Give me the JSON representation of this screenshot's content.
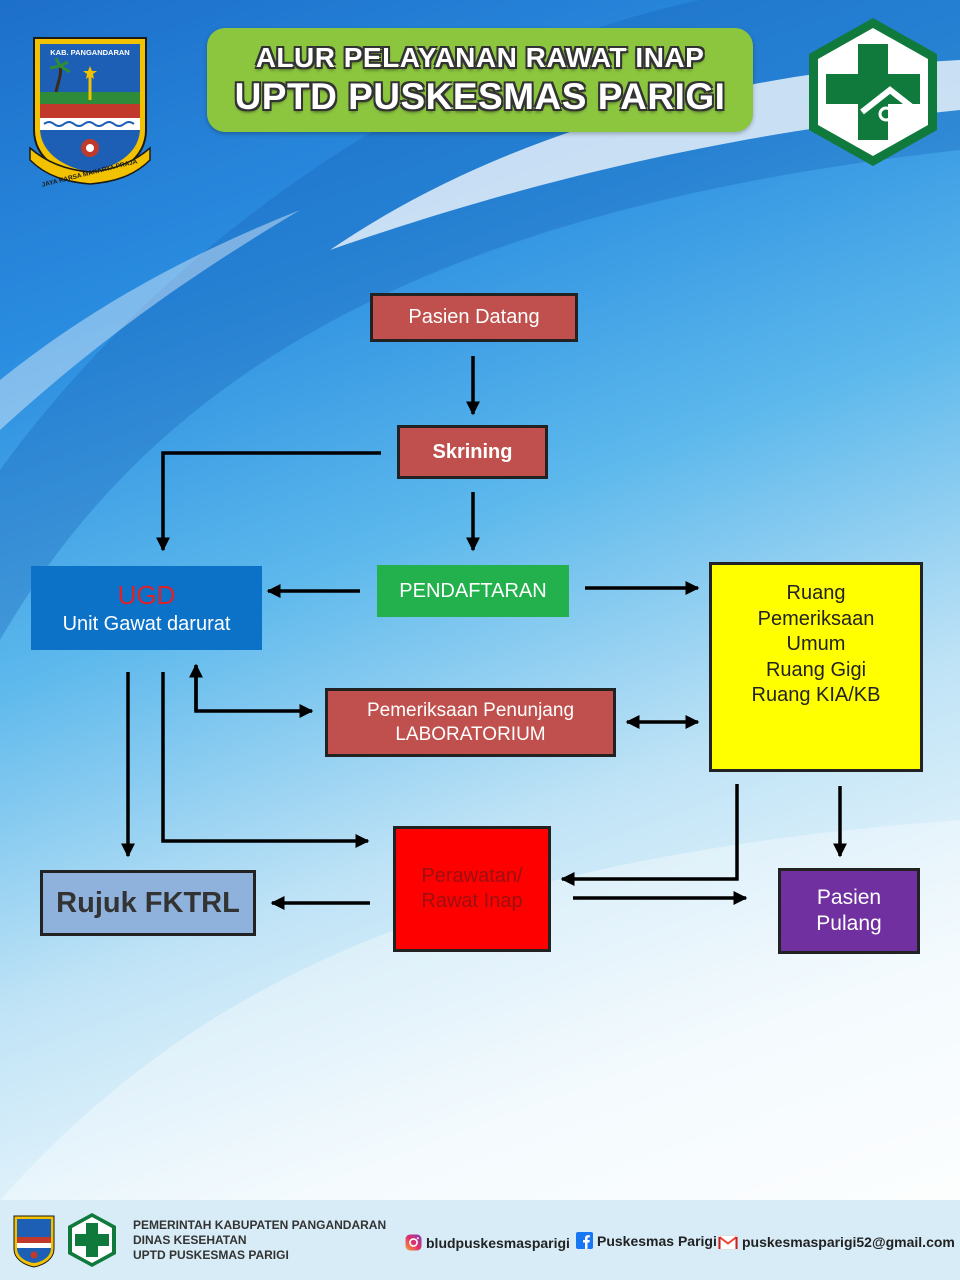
{
  "header": {
    "title_line1": "ALUR PELAYANAN RAWAT INAP",
    "title_line2": "UPTD PUSKESMAS PARIGI",
    "logo_left_top": "KAB. PANGANDARAN",
    "logo_left_motto": "JAYA KARSA MAKARYA PRAJA"
  },
  "nodes": {
    "pasien_datang": "Pasien Datang",
    "skrining": "Skrining",
    "pendaftaran": "PENDAFTARAN",
    "ugd_title": "UGD",
    "ugd_sub": "Unit Gawat darurat",
    "ruang_lines": [
      "Ruang",
      "Pemeriksaan",
      "Umum",
      "Ruang Gigi",
      "Ruang KIA/KB"
    ],
    "penunjang_line1": "Pemeriksaan Penunjang",
    "penunjang_line2": "LABORATORIUM",
    "rujuk": "Rujuk FKTRL",
    "perawatan_line1": "Perawatan/",
    "perawatan_line2": "Rawat Inap",
    "pulang_line1": "Pasien",
    "pulang_line2": "Pulang"
  },
  "colors": {
    "red_box": "#c0504d",
    "green_box": "#22b14c",
    "blue_box": "#0b72c8",
    "yellow_box": "#ffff00",
    "bright_red": "#ff0000",
    "purple_box": "#7030a0",
    "rujuk_box": "#8fb2dc",
    "title_green": "#8cc63f",
    "puskesmas_green": "#0f7a3c"
  },
  "footer": {
    "org_line1": "PEMERINTAH KABUPATEN PANGANDARAN",
    "org_line2": "DINAS KESEHATAN",
    "org_line3": "UPTD PUSKESMAS PARIGI",
    "instagram": "bludpuskesmasparigi",
    "facebook": "Puskesmas Parigi",
    "email": "puskesmasparigi52@gmail.com",
    "instagram_icon": "instagram-icon",
    "facebook_icon": "facebook-icon",
    "email_icon": "gmail-icon"
  }
}
